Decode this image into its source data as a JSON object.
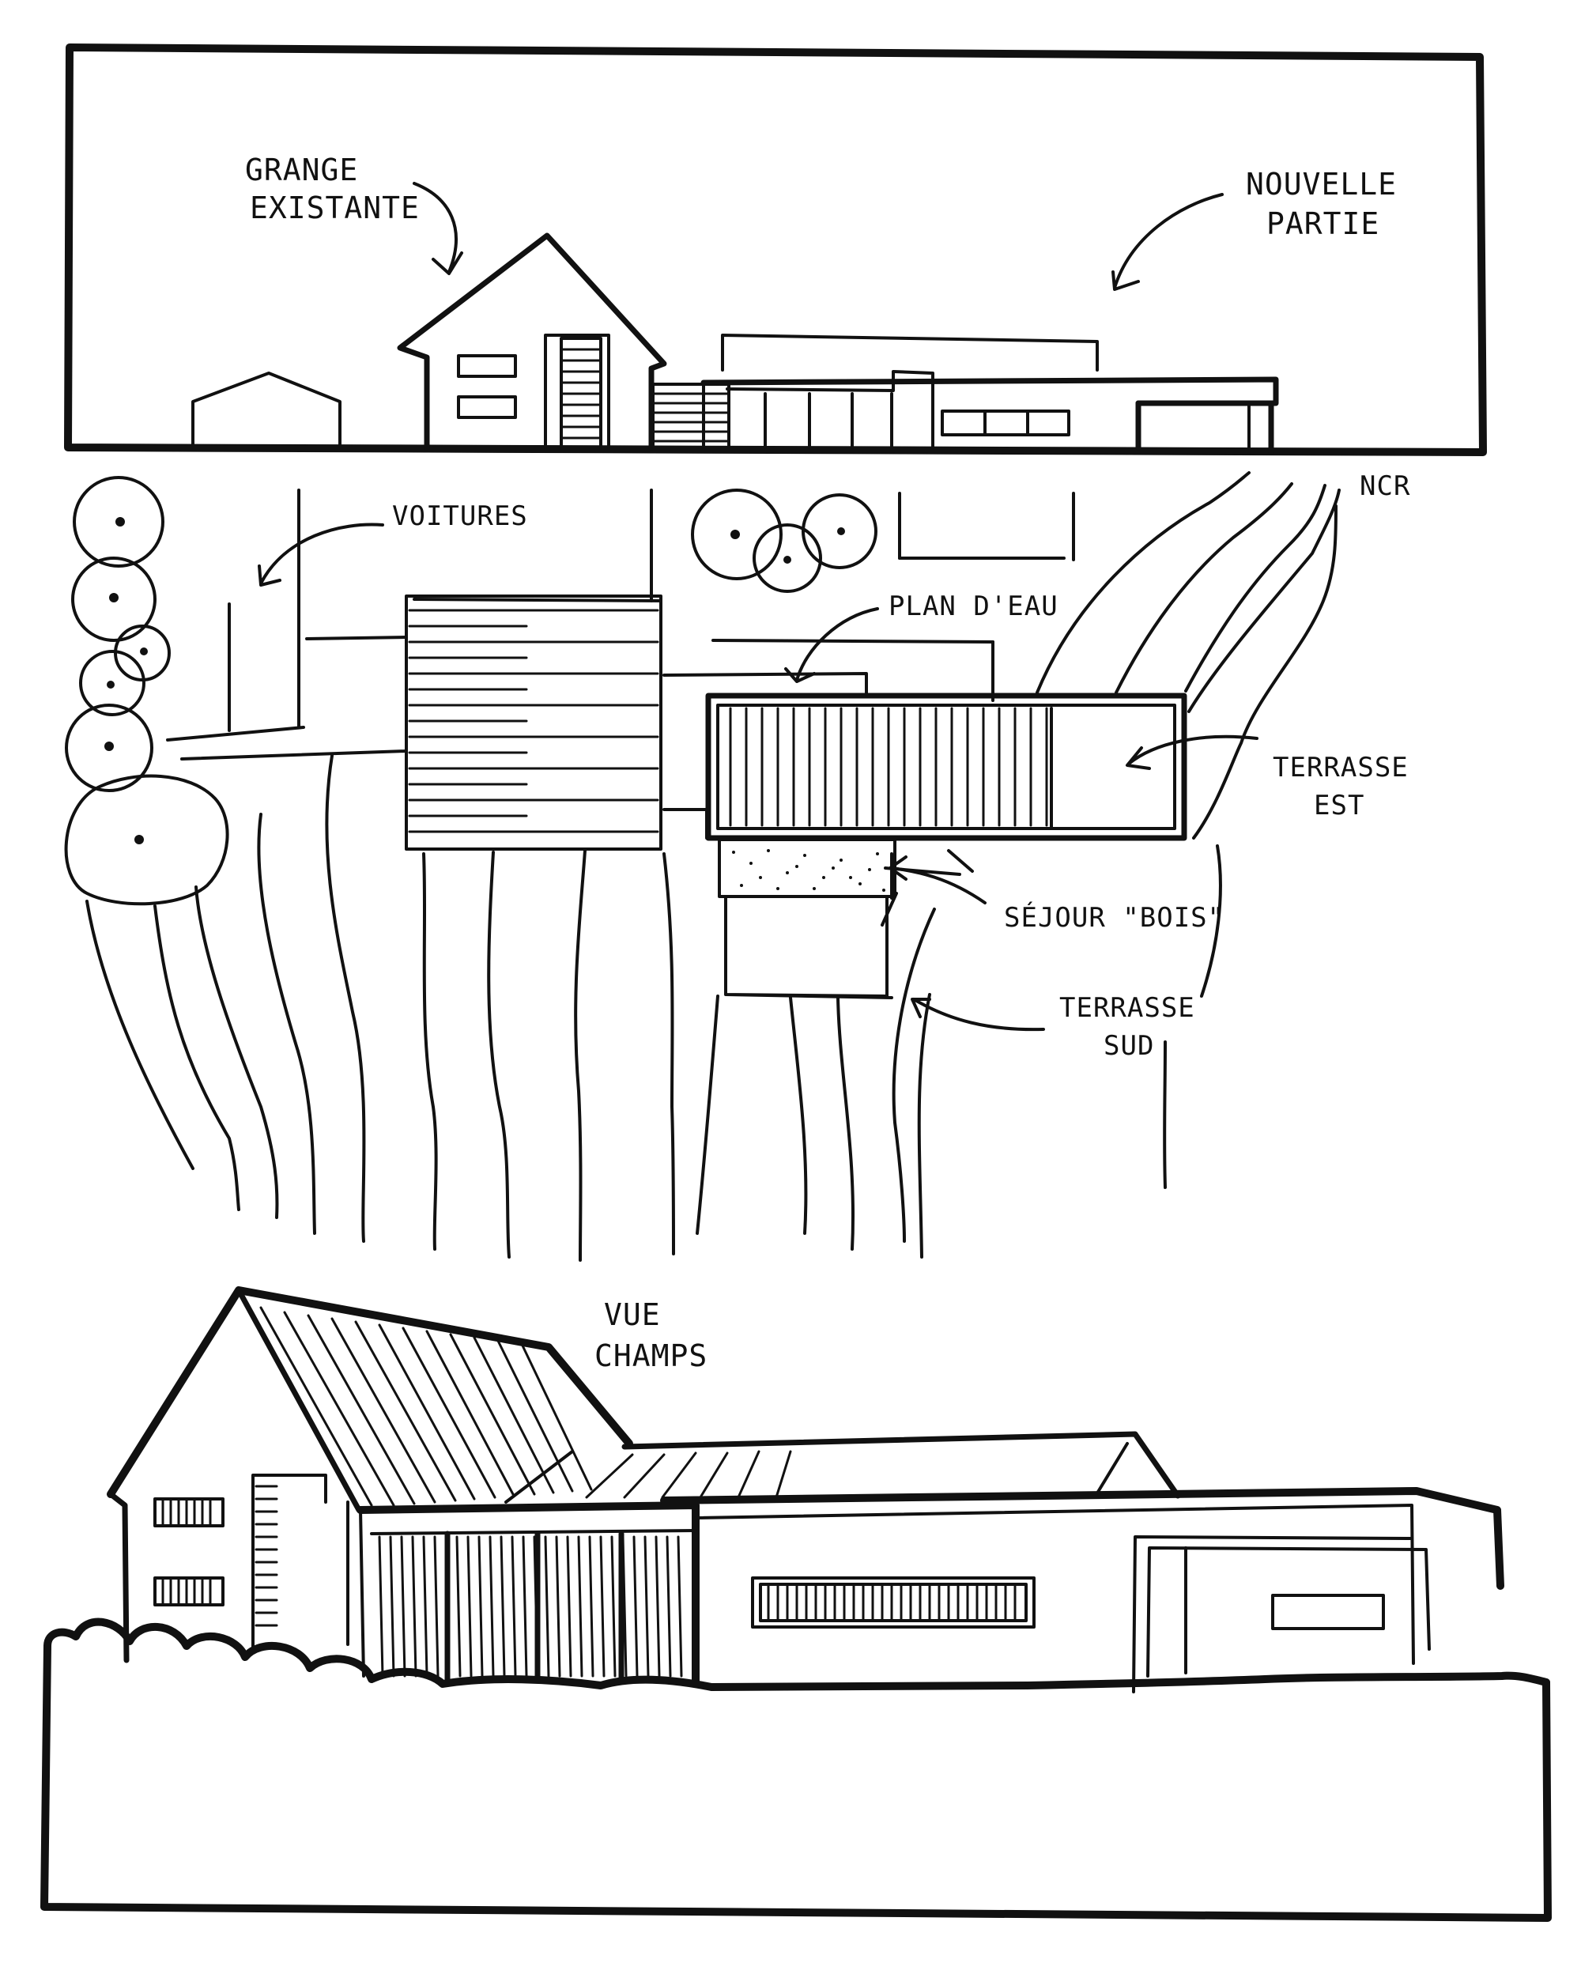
{
  "labels": {
    "grange_1": "GRANGE",
    "grange_2": "EXISTANTE",
    "nouvelle_1": "NOUVELLE",
    "nouvelle_2": "PARTIE",
    "voitures": "VOITURES",
    "ncr": "NCR",
    "plan_eau": "PLAN D'EAU",
    "terrasse_est_1": "TERRASSE",
    "terrasse_est_2": "EST",
    "sejour_bois": "SÉJOUR \"BOIS\"",
    "terrasse_sud_1": "TERRASSE",
    "terrasse_sud_2": "SUD",
    "vue_1": "VUE",
    "vue_2": "CHAMPS"
  },
  "colors": {
    "ink": "#111111",
    "paper": "#ffffff"
  }
}
